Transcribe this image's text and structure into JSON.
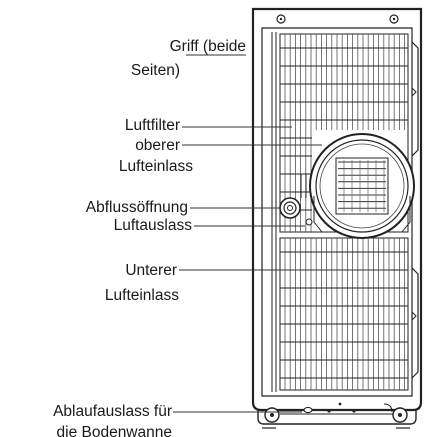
{
  "callouts": {
    "handle": {
      "lines": [
        "Griff (beide",
        "Seiten)"
      ]
    },
    "air_filter": {
      "line": "Luftfilter"
    },
    "upper_inlet": {
      "lines": [
        "oberer",
        "Lufteinlass"
      ]
    },
    "drain_opening": {
      "line": "Abflussöffnung"
    },
    "air_outlet": {
      "line": "Luftauslass"
    },
    "lower_inlet": {
      "lines": [
        "Unterer",
        "Lufteinlass"
      ]
    },
    "base_drain": {
      "lines": [
        "Ablaufauslass für",
        "die Bodenwanne"
      ]
    }
  }
}
